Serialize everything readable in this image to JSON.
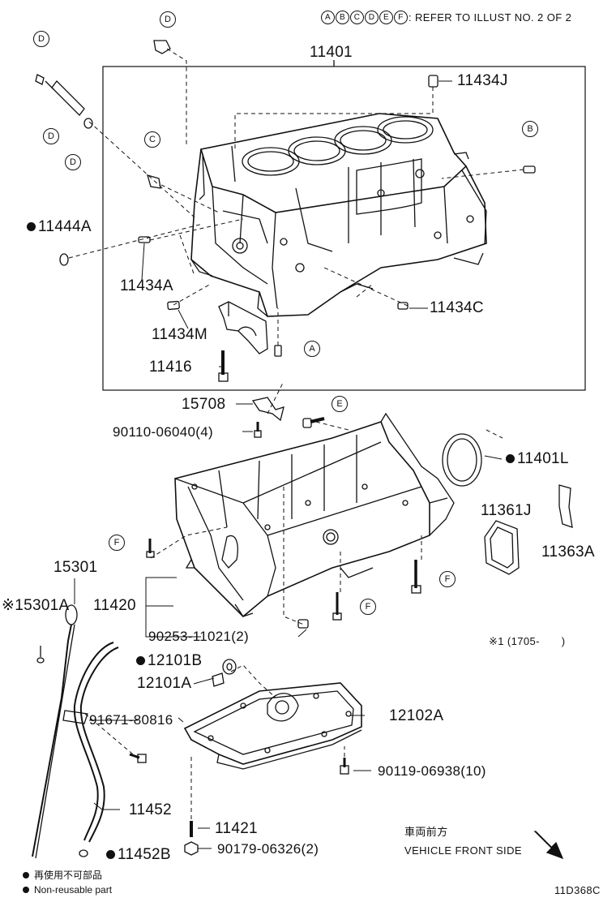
{
  "header": {
    "refer_letters": [
      "A",
      "B",
      "C",
      "D",
      "E",
      "F"
    ],
    "refer_text": ": REFER TO ILLUST NO. 2 OF 2"
  },
  "callouts": [
    "D",
    "D",
    "D",
    "D",
    "C",
    "B",
    "A",
    "E",
    "F",
    "F",
    "F"
  ],
  "parts": {
    "p11401": "11401",
    "p11434J": "11434J",
    "p11444A": "11444A",
    "p11434A": "11434A",
    "p11434M": "11434M",
    "p11434C": "11434C",
    "p11416": "11416",
    "p15708": "15708",
    "p90110": "90110-06040(4)",
    "p11401L": "11401L",
    "p11361J": "11361J",
    "p11363A": "11363A",
    "p15301": "15301",
    "p15301A": "※15301A",
    "p11420": "11420",
    "p90253": "90253-11021(2)",
    "p1705": "※1 (1705-　　)",
    "p12101B": "12101B",
    "p12101A": "12101A",
    "p91671": "91671-80816",
    "p12102A": "12102A",
    "p90119": "90119-06938(10)",
    "p11452": "11452",
    "p11421": "11421",
    "p11452B": "11452B",
    "p90179": "90179-06326(2)"
  },
  "front": {
    "jp": "車両前方",
    "en": "VEHICLE FRONT SIDE"
  },
  "legend": {
    "jp": "再使用不可部品",
    "en": "Non-reusable part"
  },
  "code": "11D368C"
}
